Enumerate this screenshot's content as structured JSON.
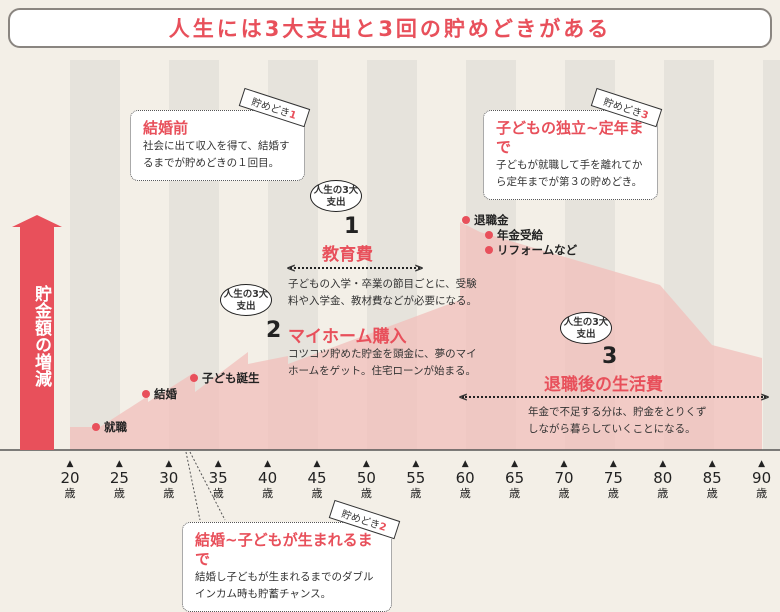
{
  "title": "人生には3大支出と3回の貯めどきがある",
  "y_axis_label": "貯金額の増減",
  "x_axis": {
    "ticks": [
      "20",
      "25",
      "30",
      "35",
      "40",
      "45",
      "50",
      "55",
      "60",
      "65",
      "70",
      "75",
      "80",
      "85",
      "90"
    ],
    "unit": "歳"
  },
  "events": [
    "就職",
    "結婚",
    "子ども誕生",
    "退職金",
    "年金受給",
    "リフォームなど"
  ],
  "savings_periods": [
    {
      "ribbon": "貯めどき",
      "num": "1",
      "title": "結婚前",
      "text": "社会に出て収入を得て、結婚するまでが貯めどきの１回目。"
    },
    {
      "ribbon": "貯めどき",
      "num": "2",
      "title": "結婚~子どもが生まれるまで",
      "text": "結婚し子どもが生まれるまでのダブルインカム時も貯蓄チャンス。"
    },
    {
      "ribbon": "貯めどき",
      "num": "3",
      "title": "子どもの独立~定年まで",
      "text": "子どもが就職して手を離れてから定年までが第３の貯めどき。"
    }
  ],
  "expenses": [
    {
      "bubble": "人生の3大支出",
      "num": "1",
      "title": "教育費",
      "text": "子どもの入学・卒業の節目ごとに、受験料や入学金、教材費などが必要になる。"
    },
    {
      "bubble": "人生の3大支出",
      "num": "2",
      "title": "マイホーム購入",
      "text": "コツコツ貯めた貯金を頭金に、夢のマイホームをゲット。住宅ローンが始まる。"
    },
    {
      "bubble": "人生の3大支出",
      "num": "3",
      "title": "退職後の生活費",
      "text": "年金で不足する分は、貯金をとりくずしながら暮らしていくことになる。"
    }
  ],
  "colors": {
    "accent": "#e8505b",
    "area": "#f2bfbb",
    "stripe": "#e6e3dc"
  }
}
